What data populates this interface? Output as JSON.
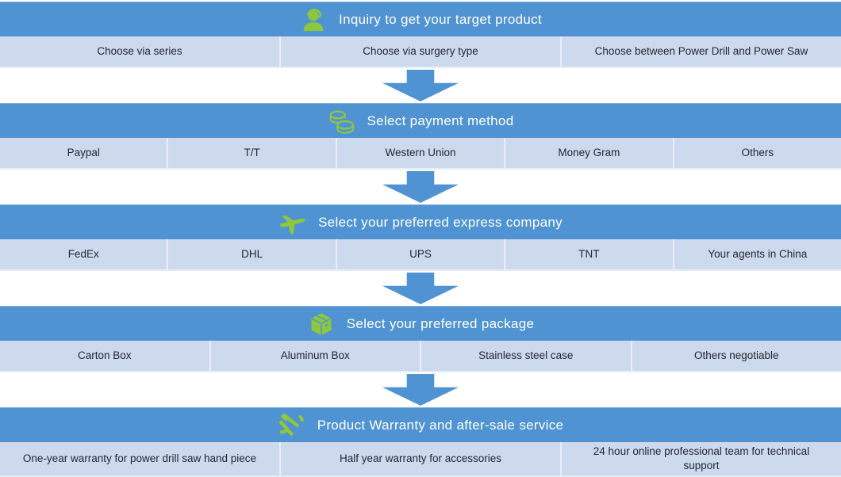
{
  "colors": {
    "header_bg": "#5093d2",
    "row_bg": "#cdd9ec",
    "icon_green": "#8dc63f",
    "header_text": "#ffffff",
    "cell_text": "#232833",
    "arrow": "#5093d2",
    "background": "#ffffff"
  },
  "sections": [
    {
      "title": "Inquiry to get your target product",
      "icon": "support-person-icon",
      "items": [
        "Choose via series",
        "Choose via surgery type",
        "Choose between Power Drill and Power Saw"
      ]
    },
    {
      "title": "Select payment method",
      "icon": "coins-icon",
      "items": [
        "Paypal",
        "T/T",
        "Western Union",
        "Money Gram",
        "Others"
      ]
    },
    {
      "title": "Select your preferred express company",
      "icon": "airplane-icon",
      "items": [
        "FedEx",
        "DHL",
        "UPS",
        "TNT",
        "Your agents in China"
      ]
    },
    {
      "title": "Select your preferred package",
      "icon": "package-icon",
      "items": [
        "Carton Box",
        "Aluminum Box",
        "Stainless steel case",
        "Others negotiable"
      ]
    },
    {
      "title": "Product Warranty and after-sale service",
      "icon": "tools-icon",
      "items": [
        "One-year warranty for power drill saw hand piece",
        "Half year warranty for accessories",
        "24 hour online professional team for technical support"
      ]
    }
  ]
}
